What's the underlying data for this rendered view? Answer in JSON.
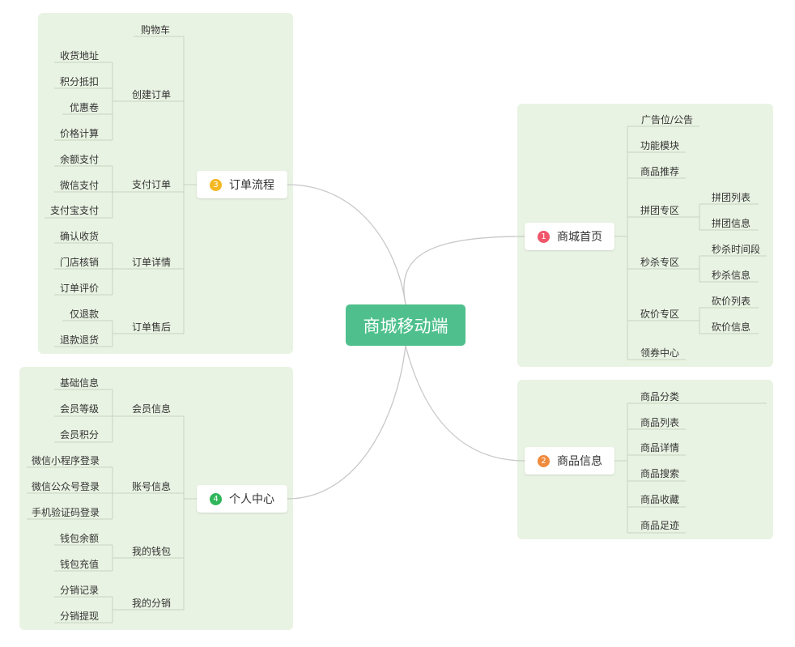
{
  "root": {
    "label": "商城移动端",
    "color": "#4fc08d"
  },
  "branches": {
    "home": {
      "number": "1",
      "label": "商城首页",
      "badge_color": "#f0566b"
    },
    "goods": {
      "number": "2",
      "label": "商品信息",
      "badge_color": "#f08a3c"
    },
    "order": {
      "number": "3",
      "label": "订单流程",
      "badge_color": "#f5b822"
    },
    "personal": {
      "number": "4",
      "label": "个人中心",
      "badge_color": "#2fb65a"
    }
  },
  "home": {
    "ad": "广告位/公告",
    "modules": "功能模块",
    "recommend": "商品推荐",
    "group": "拼团专区",
    "group_list": "拼团列表",
    "group_info": "拼团信息",
    "flash": "秒杀专区",
    "flash_time": "秒杀时间段",
    "flash_info": "秒杀信息",
    "bargain": "砍价专区",
    "bargain_list": "砍价列表",
    "bargain_info": "砍价信息",
    "coupon": "领券中心"
  },
  "goods": {
    "category": "商品分类",
    "list": "商品列表",
    "detail": "商品详情",
    "search": "商品搜索",
    "favorite": "商品收藏",
    "history": "商品足迹"
  },
  "order": {
    "cart": "购物车",
    "create": "创建订单",
    "address": "收货地址",
    "points": "积分抵扣",
    "coupon": "优惠卷",
    "price": "价格计算",
    "pay": "支付订单",
    "balance_pay": "余额支付",
    "wechat_pay": "微信支付",
    "alipay": "支付宝支付",
    "detail": "订单详情",
    "confirm": "确认收货",
    "verify": "门店核销",
    "review": "订单评价",
    "after_sale": "订单售后",
    "refund_only": "仅退款",
    "refund_return": "退款退货"
  },
  "personal": {
    "member": "会员信息",
    "basic": "基础信息",
    "level": "会员等级",
    "member_points": "会员积分",
    "account": "账号信息",
    "mini_login": "微信小程序登录",
    "mp_login": "微信公众号登录",
    "sms_login": "手机验证码登录",
    "wallet": "我的钱包",
    "wallet_balance": "钱包余额",
    "wallet_recharge": "钱包充值",
    "distribution": "我的分销",
    "dist_record": "分销记录",
    "dist_withdraw": "分销提现"
  }
}
